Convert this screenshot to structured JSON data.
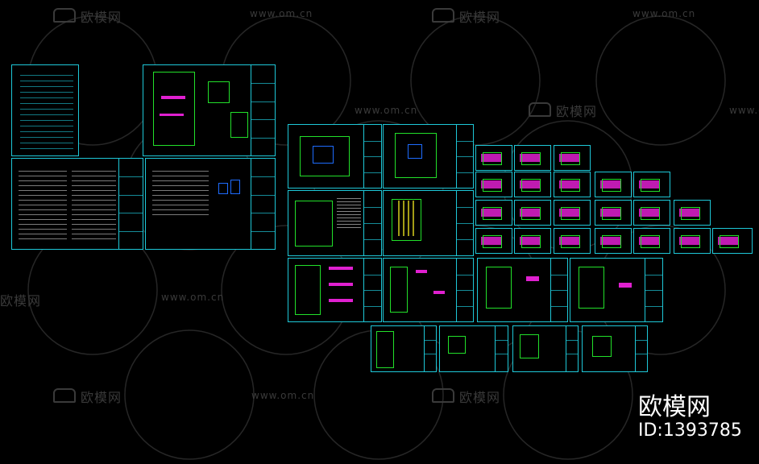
{
  "watermark": {
    "brand": "欧模网",
    "url": "www.om.cn"
  },
  "corner": {
    "brand": "欧模网",
    "id": "ID:1393785"
  },
  "colors": {
    "frame": "#1ec8d8",
    "green": "#22e02a",
    "magenta": "#e020d0",
    "white": "#e8e8e8"
  }
}
